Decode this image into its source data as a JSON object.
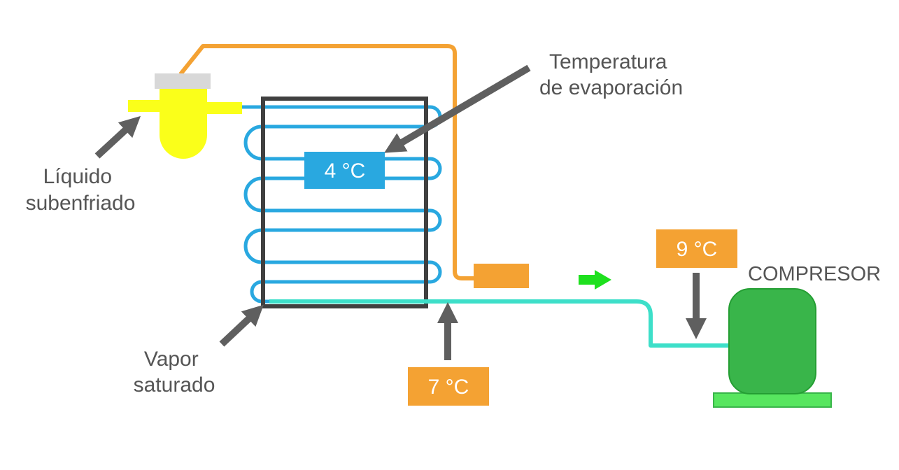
{
  "labels": {
    "evaporation_temp": [
      "Temperatura",
      "de evaporación"
    ],
    "subcooled_liquid": [
      "Líquido",
      "subenfriado"
    ],
    "saturated_vapor": [
      "Vapor",
      "saturado"
    ],
    "compressor": "COMPRESOR"
  },
  "temps": {
    "evaporator": "4 °C",
    "outlet": "7 °C",
    "compressor_inlet": "9 °C"
  },
  "colors": {
    "capillary_line": "#f4a233",
    "evaporator_coil": "#29a8e0",
    "suction_line": "#3ddfc9",
    "valve_body": "#faff1a",
    "valve_cap": "#d8d8d8",
    "temp_tag_orange": "#f4a233",
    "temp_tag_blue": "#29a8e0",
    "compressor_body": "#39b54a",
    "compressor_base": "#57e65f",
    "flow_arrow": "#1ee01e",
    "pointer_arrow": "#5f5f5f",
    "frame": "#404040",
    "text": "#555555"
  }
}
